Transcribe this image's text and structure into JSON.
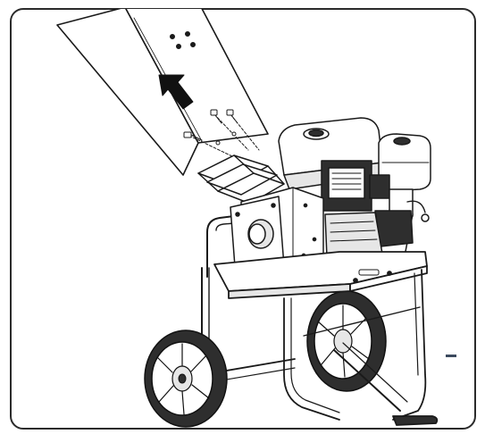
{
  "figure": {
    "kind": "assembly-illustration",
    "subject": "wood chipper",
    "components": [
      {
        "name": "discharge-chute",
        "icon": "chute"
      },
      {
        "name": "mounting-bracket",
        "icon": "bracket"
      },
      {
        "name": "assembly-bolts",
        "icon": "bolt-icon"
      },
      {
        "name": "direction-arrow",
        "icon": "arrow-up-left-icon"
      },
      {
        "name": "engine",
        "icon": "engine"
      },
      {
        "name": "fuel-tank",
        "icon": "fuel-tank"
      },
      {
        "name": "chipper-housing",
        "icon": "housing"
      },
      {
        "name": "frame",
        "icon": "frame"
      },
      {
        "name": "wheels",
        "icon": "wheel-icon",
        "count": 2
      }
    ],
    "colors": {
      "line": "#1a1a1a",
      "panel_border": "#2b2b2b",
      "accent_dash": "#3b4a5e",
      "fill": "#ffffff",
      "shade": "#e6e6e6",
      "dark": "#2e2e2e"
    }
  }
}
